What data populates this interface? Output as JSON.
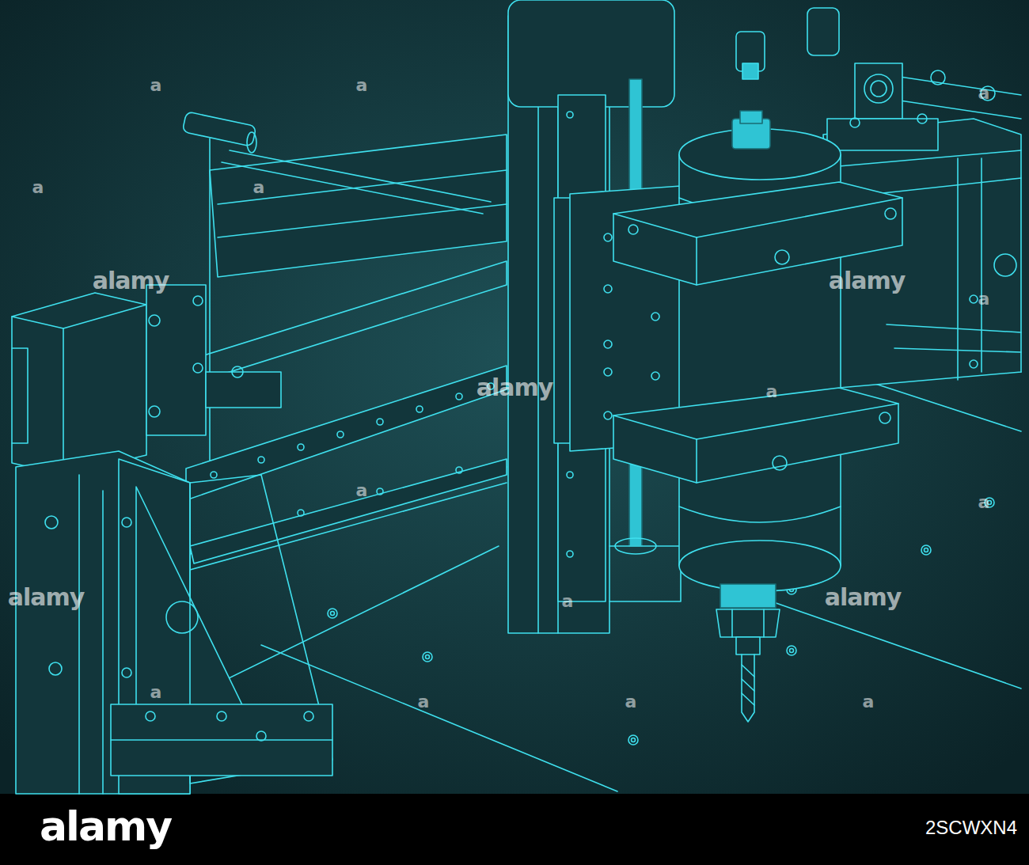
{
  "diagram": {
    "labels": [
      "alamy",
      "alamy",
      "alamy",
      "alamy",
      "alamy",
      "a",
      "a",
      "a",
      "a",
      "a",
      "a",
      "a",
      "a",
      "a",
      "a",
      "a",
      "a",
      "a",
      "a",
      "alamy",
      "2SCWXN4"
    ]
  }
}
